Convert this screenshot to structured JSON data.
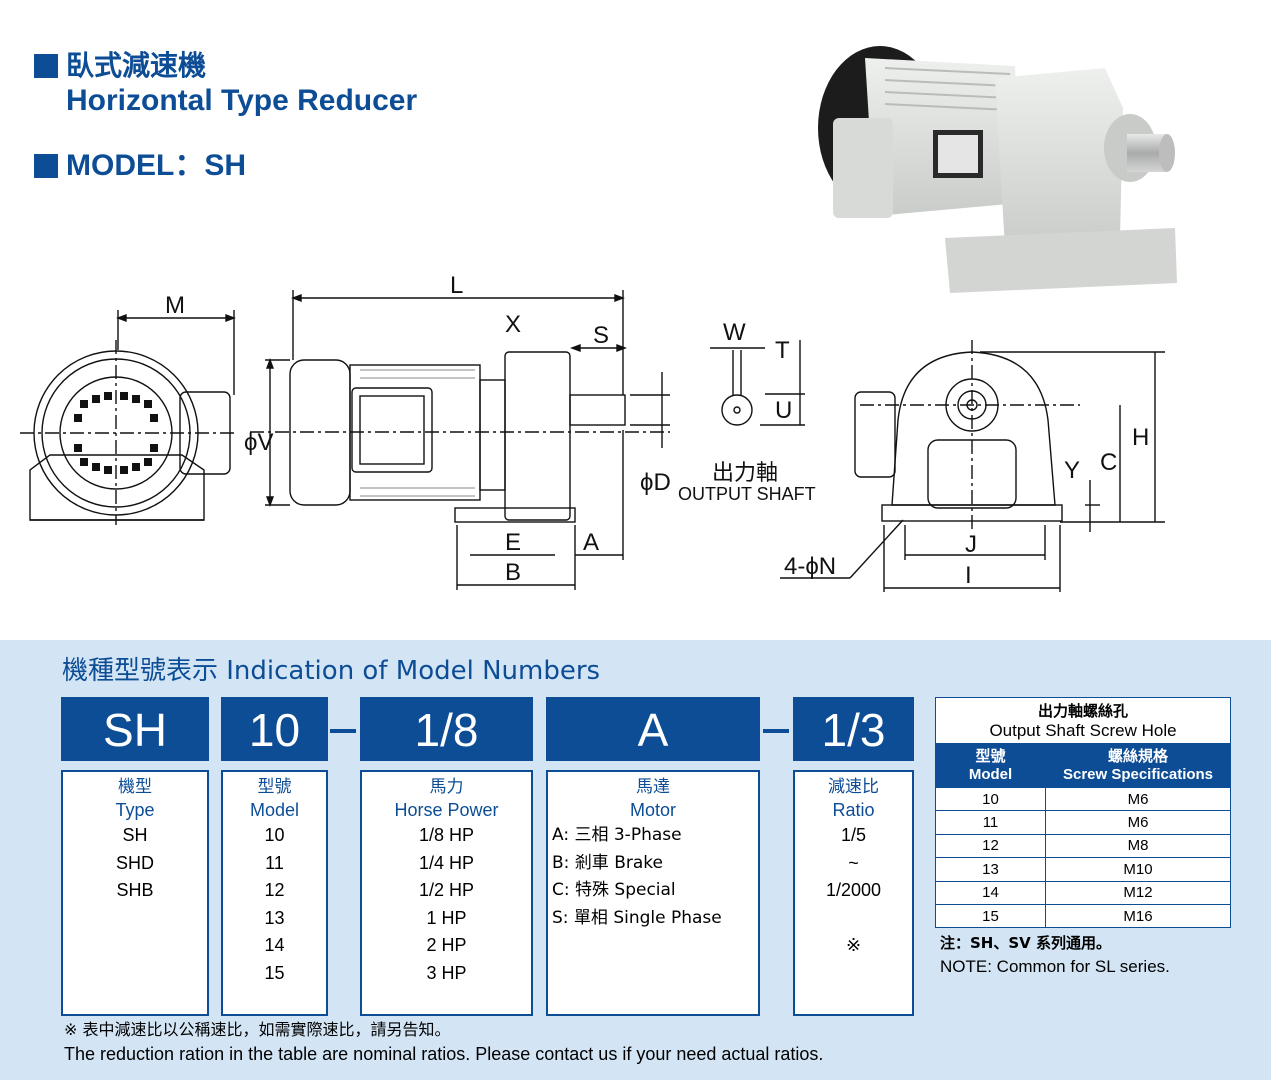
{
  "header": {
    "title_zh": "臥式減速機",
    "title_en": "Horizontal Type Reducer",
    "model": "MODEL：SH"
  },
  "drawing": {
    "labels": {
      "M": "M",
      "L": "L",
      "X": "X",
      "S": "S",
      "W": "W",
      "T": "T",
      "U": "U",
      "V": "ϕV",
      "D": "ϕD",
      "E": "E",
      "A": "A",
      "B": "B",
      "N": "4-ϕN",
      "J": "J",
      "I": "I",
      "Y": "Y",
      "C": "C",
      "H": "H"
    },
    "output_shaft_zh": "出力軸",
    "output_shaft_en": "OUTPUT SHAFT"
  },
  "model_indication": {
    "title": "機種型號表示 Indication of Model Numbers",
    "codes": [
      "SH",
      "10",
      "1/8",
      "A",
      "1/3"
    ],
    "columns": [
      {
        "zh": "機型",
        "en": "Type",
        "items": [
          "SH",
          "SHD",
          "SHB"
        ]
      },
      {
        "zh": "型號",
        "en": "Model",
        "items": [
          "10",
          "11",
          "12",
          "13",
          "14",
          "15"
        ]
      },
      {
        "zh": "馬力",
        "en": "Horse Power",
        "items": [
          "1/8 HP",
          "1/4 HP",
          "1/2 HP",
          "1 HP",
          "2 HP",
          "3 HP"
        ]
      },
      {
        "zh": "馬達",
        "en": "Motor",
        "items": [
          "A: 三相 3-Phase",
          "B: 剎車 Brake",
          "C: 特殊 Special",
          "S: 單相 Single Phase"
        ]
      },
      {
        "zh": "減速比",
        "en": "Ratio",
        "items": [
          "1/5",
          "~",
          "1/2000",
          "",
          "※"
        ]
      }
    ]
  },
  "screw_table": {
    "title_zh": "出力軸螺絲孔",
    "title_en": "Output Shaft Screw Hole",
    "head_model_zh": "型號",
    "head_model_en": "Model",
    "head_spec_zh": "螺絲規格",
    "head_spec_en": "Screw Specifications",
    "rows": [
      [
        "10",
        "M6"
      ],
      [
        "11",
        "M6"
      ],
      [
        "12",
        "M8"
      ],
      [
        "13",
        "M10"
      ],
      [
        "14",
        "M12"
      ],
      [
        "15",
        "M16"
      ]
    ]
  },
  "note": {
    "zh": "注：SH、SV 系列通用。",
    "en": "NOTE: Common for SL series."
  },
  "footnote": {
    "zh": "※ 表中減速比以公稱速比，如需實際速比，請另告知。",
    "en": "The reduction ration in the table are nominal ratios.  Please contact us if your need actual ratios."
  },
  "colors": {
    "brand_blue": "#0d4d96",
    "panel_bg": "#d3e5f5"
  }
}
